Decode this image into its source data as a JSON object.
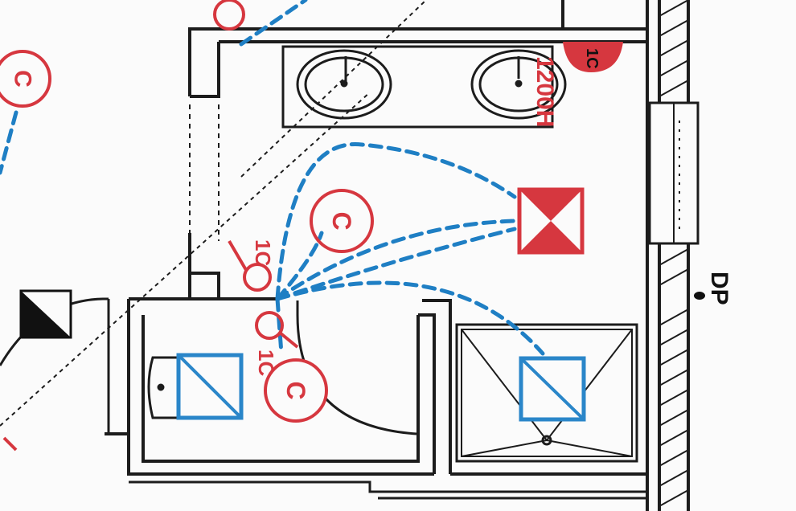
{
  "colors": {
    "wall": "#1c1c1c",
    "electrical_red": "#d6373f",
    "circuit_blue": "#1f7fc4",
    "fixture_blue": "#2a86c9",
    "panel_black": "#111111",
    "background": "#fbfbfb"
  },
  "labels": {
    "ceiling_c_top_left": "C",
    "ceiling_c_center": "C",
    "ceiling_c_bottom": "C",
    "switch_1c": "1C",
    "switch_1c_lower": "1C",
    "mount_height": "1200H",
    "wall_badge": "1C",
    "dp_label": "DP"
  },
  "symbols": {
    "panel_icon": "distribution-panel-symbol",
    "fan_icon": "exhaust-fan-symbol",
    "fixture_icon": "fixture-box-symbol"
  }
}
